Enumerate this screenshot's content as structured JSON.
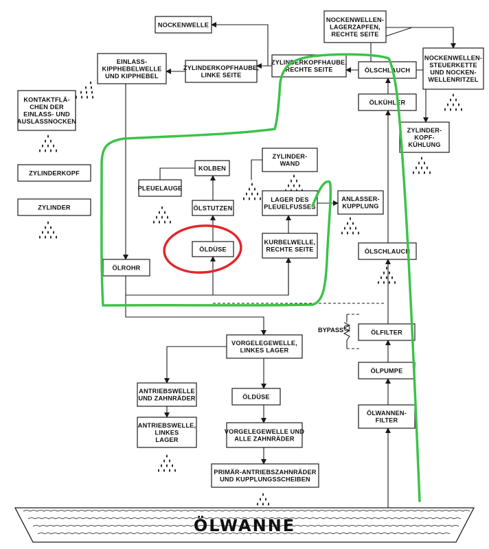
{
  "diagram": {
    "title": "ÖLWANNE",
    "bypass_label": "BYPASS",
    "boxes": {
      "nockenwelle": [
        "NOCKENWELLE"
      ],
      "nockenwellen_lagerzapfen": [
        "NOCKENWELLEN-",
        "LAGERZAPFEN,",
        "RECHTE SEITE"
      ],
      "einlass_kipphebel": [
        "EINLASS-",
        "KIPPHEBELWELLE",
        "UND KIPPHEBEL"
      ],
      "zylinderkopfhaube_links": [
        "ZYLINDERKOPFHAUBE,",
        "LINKE SEITE"
      ],
      "zylinderkopfhaube_rechts": [
        "ZYLINDERKOPFHAUBE,",
        "RECHTE SEITE"
      ],
      "oelschlauch_oben": [
        "ÖLSCHLAUCH"
      ],
      "steuerkette": [
        "NOCKENWELLEN-",
        "STEUERKETTE",
        "UND NOCKEN-",
        "WELLENRITZEL"
      ],
      "kontaktflaechen": [
        "KONTAKTFLÄ-",
        "CHEN DER",
        "EINLASS- UND",
        "AUSLASSNOCKEN"
      ],
      "oelkuehler": [
        "ÖLKÜHLER"
      ],
      "zylinderkopf_kuehlung": [
        "ZYLINDER-",
        "KOPF-",
        "KÜHLUNG"
      ],
      "zylinderkopf": [
        "ZYLINDERKOPF"
      ],
      "kolben": [
        "KOLBEN"
      ],
      "zylinderwand": [
        "ZYLINDER-",
        "WAND"
      ],
      "pleuelauge": [
        "PLEUELAUGE"
      ],
      "oelstutzen": [
        "ÖLSTUTZEN"
      ],
      "lager_pleuelfuss": [
        "LAGER DES",
        "PLEUELFUSSES"
      ],
      "anlasser_kupplung": [
        "ANLASSER-",
        "KUPPLUNG"
      ],
      "zylinder": [
        "ZYLINDER"
      ],
      "oelduese_oben": [
        "ÖLDÜSE"
      ],
      "kurbelwelle": [
        "KURBELWELLE,",
        "RECHTE SEITE"
      ],
      "oelschlauch_mitte": [
        "ÖLSCHLAUCH"
      ],
      "oelrohr": [
        "ÖLROHR"
      ],
      "oelfilter": [
        "ÖLFILTER"
      ],
      "vorgelegewelle_lager": [
        "VORGELEGEWELLE,",
        "LINKES LAGER"
      ],
      "oelpumpe": [
        "ÖLPUMPE"
      ],
      "antriebswelle_zahnraeder": [
        "ANTRIEBSWELLE",
        "UND ZAHNRÄDER"
      ],
      "oelduese_unten": [
        "ÖLDÜSE"
      ],
      "oelwannenfilter": [
        "ÖLWANNEN-",
        "FILTER"
      ],
      "antriebswelle_lager": [
        "ANTRIEBSWELLE,",
        "LINKES",
        "LAGER"
      ],
      "vorgelegewelle_zahnraeder": [
        "VORGELEGEWELLE UND",
        "ALLE ZAHNRÄDER"
      ],
      "primaer": [
        "PRIMÄR-ANTRIEBSZAHNRÄDER",
        "UND KUPPLUNGSSCHEIBEN"
      ]
    }
  },
  "colors": {
    "line": "#1a1a1a",
    "highlight_path": "#3cc24a",
    "highlight_circle": "#e3262b"
  }
}
